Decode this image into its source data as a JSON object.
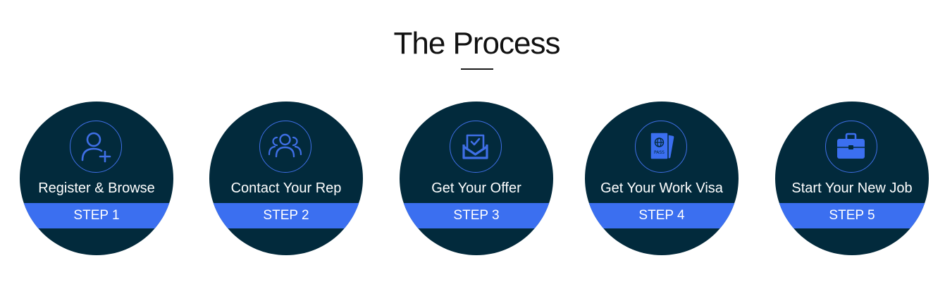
{
  "header": {
    "title": "The Process"
  },
  "colors": {
    "circle": "#022a3c",
    "accent": "#3b6ff0",
    "text": "#ffffff"
  },
  "steps": [
    {
      "label": "Register & Browse",
      "step": "STEP 1",
      "icon": "add-user-icon"
    },
    {
      "label": "Contact Your Rep",
      "step": "STEP 2",
      "icon": "group-icon"
    },
    {
      "label": "Get Your Offer",
      "step": "STEP 3",
      "icon": "mail-check-icon"
    },
    {
      "label": "Get Your Work Visa",
      "step": "STEP 4",
      "icon": "passport-icon",
      "icon_text": "PASS"
    },
    {
      "label": "Start Your New Job",
      "step": "STEP 5",
      "icon": "briefcase-icon"
    }
  ]
}
